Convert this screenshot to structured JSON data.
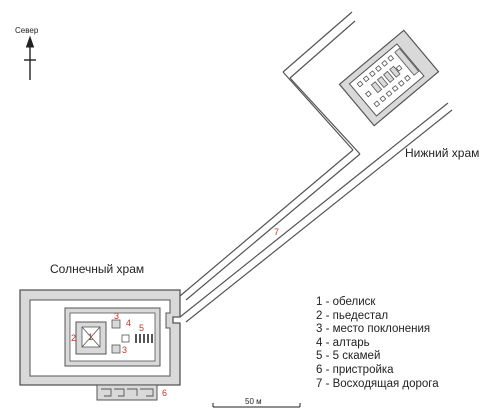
{
  "compass": {
    "label": "Север"
  },
  "labels": {
    "lower_temple": "Нижний храм",
    "sun_temple": "Солнечный храм"
  },
  "numbers": {
    "n1": "1",
    "n2": "2",
    "n3a": "3",
    "n3b": "3",
    "n4": "4",
    "n5": "5",
    "n6": "6",
    "n7": "7"
  },
  "legend": [
    "1 - обелиск",
    "2 - пьедестал",
    "3 - место поклонения",
    "4 - алтарь",
    "5 - 5 скамей",
    "6 - пристройка",
    "7 - Восходящая дорога"
  ],
  "scale": {
    "label": "50 м"
  },
  "colors": {
    "wall": "#555555",
    "fill": "#d9d9d9",
    "number": "#c0392b"
  }
}
